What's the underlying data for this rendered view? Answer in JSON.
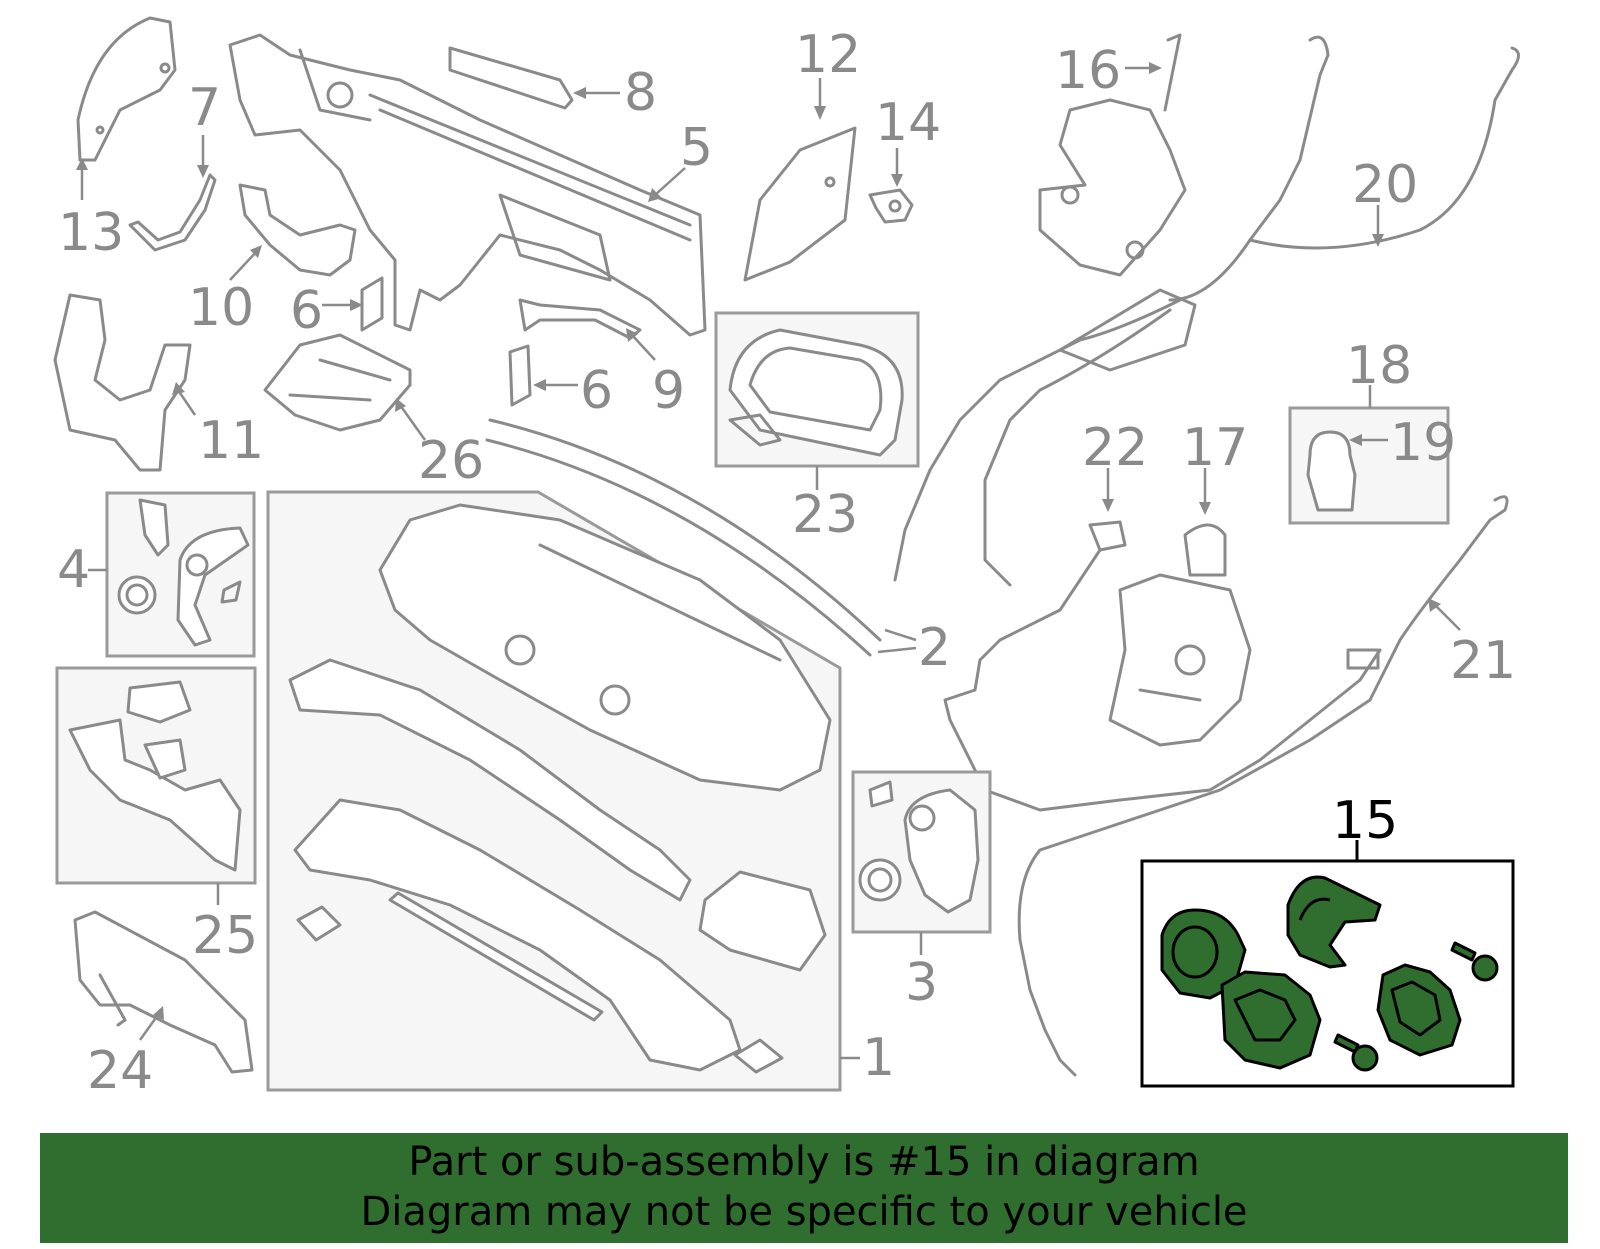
{
  "callouts": {
    "c1": "1",
    "c2": "2",
    "c3": "3",
    "c4": "4",
    "c5": "5",
    "c6a": "6",
    "c6b": "6",
    "c7": "7",
    "c8": "8",
    "c9": "9",
    "c10": "10",
    "c11": "11",
    "c12": "12",
    "c13": "13",
    "c14": "14",
    "c15": "15",
    "c16": "16",
    "c17": "17",
    "c18": "18",
    "c19": "19",
    "c20": "20",
    "c21": "21",
    "c22": "22",
    "c23": "23",
    "c24": "24",
    "c25": "25",
    "c26": "26"
  },
  "highlighted_part": "15",
  "colors": {
    "highlight": "#2f6e2f",
    "line": "#8a8a8a",
    "banner": "#2f6e2f"
  },
  "banner": {
    "line1": "Part or sub-assembly is #15 in diagram",
    "line2": "Diagram may not be specific to your vehicle"
  }
}
